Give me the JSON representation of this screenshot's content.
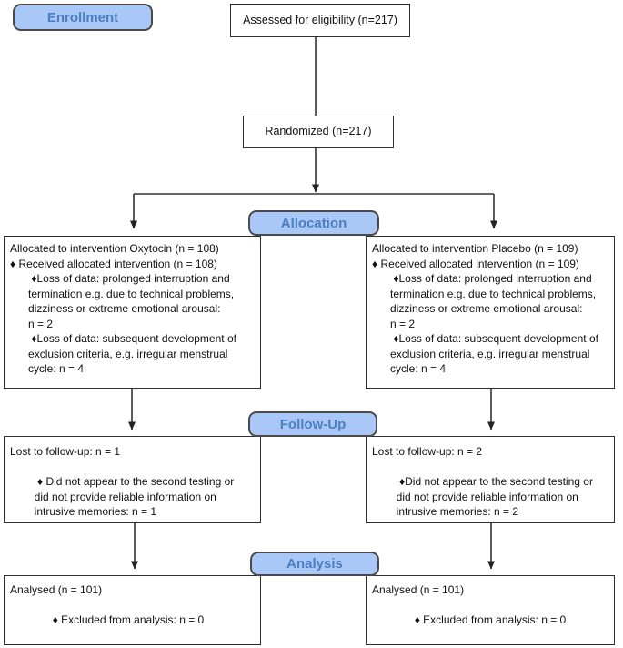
{
  "colors": {
    "stage_fill": "#a9c7f7",
    "stage_border": "#4a4a4a",
    "stage_text": "#4d7ec2",
    "box_border": "#2f2f2f",
    "connector": "#333333"
  },
  "stages": {
    "enrollment": "Enrollment",
    "allocation": "Allocation",
    "followup": "Follow-Up",
    "analysis": "Analysis"
  },
  "boxes": {
    "assessed": "Assessed for eligibility (n=217)",
    "randomized": "Randomized (n=217)",
    "allocation_left": "Allocated to intervention Oxytocin (n = 108)\n♦ Received allocated intervention (n = 108)\n       ♦Loss of data: prolonged interruption and\n      termination e.g. due to technical problems,\n      dizziness or extreme emotional arousal:\n      n = 2\n       ♦Loss of data: subsequent development of\n      exclusion criteria, e.g. irregular menstrual\n      cycle: n = 4",
    "allocation_right": "Allocated to intervention Placebo (n = 109)\n♦ Received allocated intervention (n = 109)\n       ♦Loss of data: prolonged interruption and\n      termination e.g. due to technical problems,\n      dizziness or extreme emotional arousal:\n      n = 2\n       ♦Loss of data: subsequent development of\n      exclusion criteria, e.g. irregular menstrual\n      cycle: n = 4",
    "followup_left": "Lost to follow-up: n = 1\n\n         ♦ Did not appear to the second testing or\n        did not provide reliable information on\n        intrusive memories: n = 1",
    "followup_right": "Lost to follow-up: n = 2\n\n         ♦Did not appear to the second testing or\n        did not provide reliable information on\n        intrusive memories: n = 2",
    "analysis_left": "Analysed (n = 101)\n\n              ♦ Excluded from analysis: n = 0",
    "analysis_right": "Analysed (n = 101)\n\n              ♦ Excluded from analysis: n = 0"
  }
}
